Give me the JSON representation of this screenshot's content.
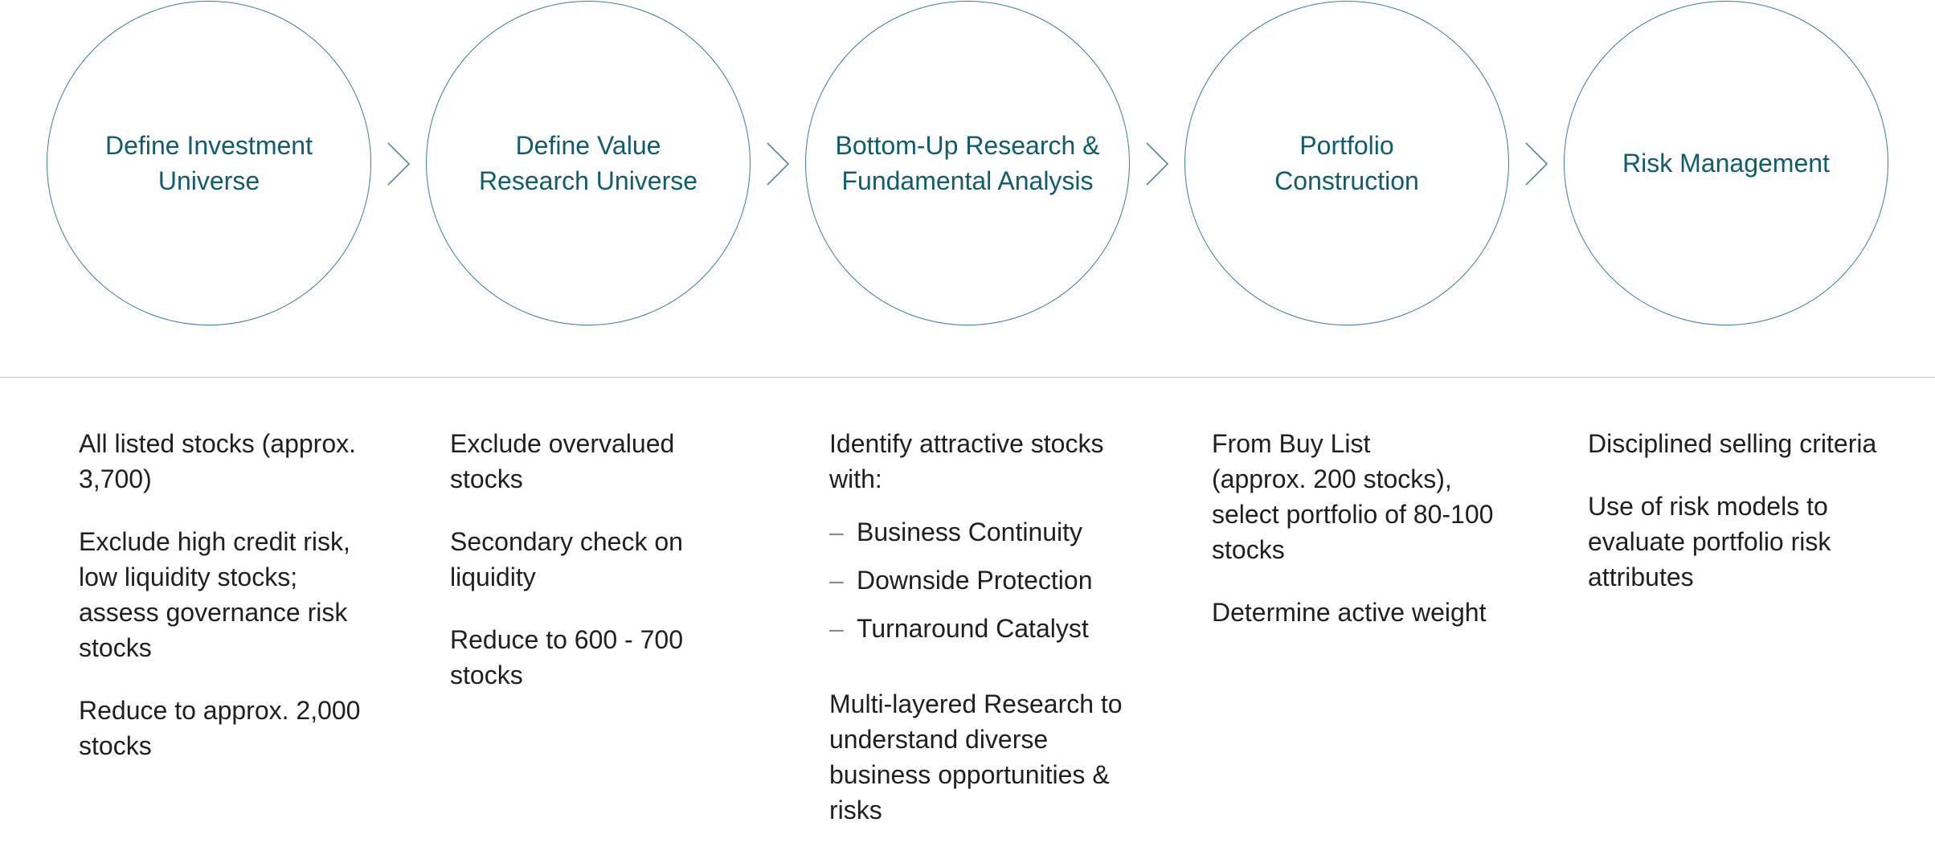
{
  "steps": [
    {
      "label_line1": "Define Investment",
      "label_line2": "Universe"
    },
    {
      "label_line1": "Define Value",
      "label_line2": "Research Universe"
    },
    {
      "label_line1": "Bottom-Up Research &",
      "label_line2": "Fundamental Analysis"
    },
    {
      "label_line1": "Portfolio",
      "label_line2": "Construction"
    },
    {
      "label_line1": "Risk Management",
      "label_line2": ""
    }
  ],
  "details": {
    "col1": {
      "p1": "All listed stocks (approx. 3,700)",
      "p2": "Exclude high credit risk, low liquidity stocks; assess governance risk stocks",
      "p3": "Reduce to approx. 2,000 stocks"
    },
    "col2": {
      "p1": "Exclude overvalued stocks",
      "p2": "Secondary check on liquidity",
      "p3": "Reduce to 600 - 700 stocks"
    },
    "col3": {
      "intro": "Identify attractive stocks with:",
      "dash": "–",
      "bullets": [
        "Business Continuity",
        "Downside Protection",
        "Turnaround Catalyst"
      ],
      "outro": "Multi-layered Research to understand diverse business opportunities & risks"
    },
    "col4": {
      "p1_line1": "From Buy List",
      "p1_line2": "(approx. 200 stocks), select portfolio of 80-100 stocks",
      "p2": "Determine active weight"
    },
    "col5": {
      "p1": "Disciplined selling criteria",
      "p2": "Use of risk models to evaluate portfolio risk attributes"
    }
  },
  "colors": {
    "accent": "#0e5d6e",
    "circle_border": "#3d7e8c",
    "text": "#1f1f1f",
    "divider": "#c8c8c8"
  },
  "icons": {
    "arrow": "chevron-right-icon"
  }
}
